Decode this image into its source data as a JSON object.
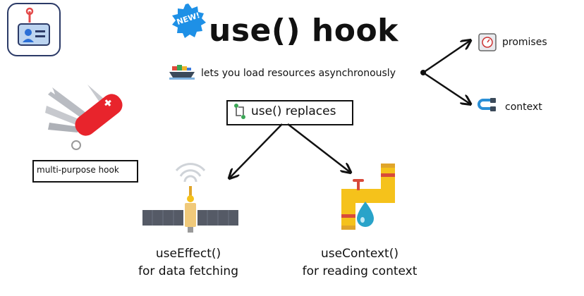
{
  "header": {
    "badge": "NEW!",
    "title": "use() hook",
    "subtitle": "lets you load resources asynchronously"
  },
  "branches": {
    "promises": "promises",
    "context": "context"
  },
  "center": {
    "replaces": "use() replaces"
  },
  "left": {
    "multi_purpose": "multi-purpose hook"
  },
  "bottom": {
    "effect_line1": "useEffect()",
    "effect_line2": "for data fetching",
    "context_line1": "useContext()",
    "context_line2": "for reading context"
  },
  "colors": {
    "badge_blue": "#1e90e6",
    "knife_red": "#e8242c",
    "pipe_yellow": "#f5c21b",
    "water_blue": "#29a3c9",
    "satellite_gray": "#555a66"
  }
}
